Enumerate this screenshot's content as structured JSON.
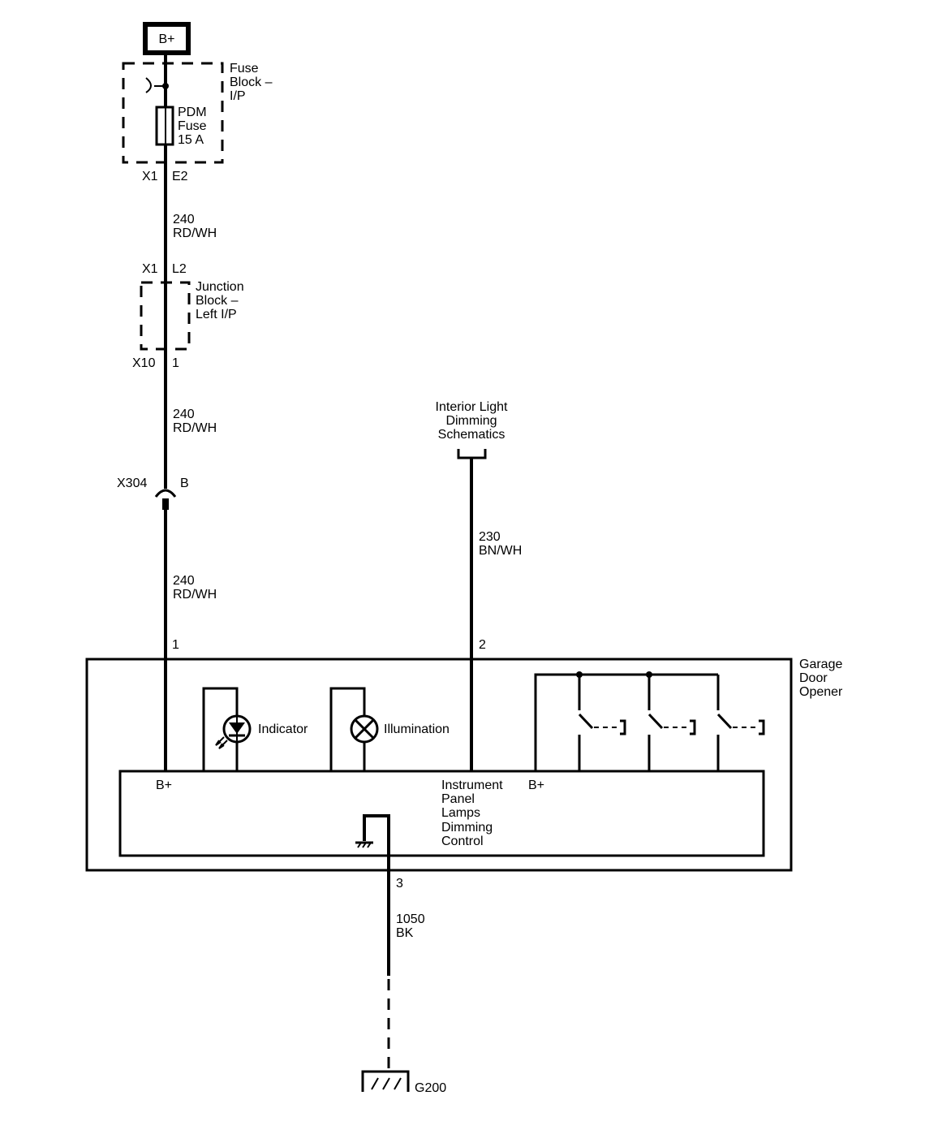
{
  "power": {
    "label": "B+"
  },
  "fuse_block": {
    "title": [
      "Fuse",
      "Block –",
      "I/P"
    ],
    "fuse": [
      "PDM",
      "Fuse",
      "15 A"
    ],
    "conn": "X1",
    "pin": "E2"
  },
  "wire_a": {
    "circuit": "240",
    "color": "RD/WH"
  },
  "junction": {
    "conn_top": "X1",
    "pin_top": "L2",
    "title": [
      "Junction",
      "Block –",
      "Left I/P"
    ],
    "conn_bottom": "X10",
    "pin_bottom": "1"
  },
  "wire_b": {
    "circuit": "240",
    "color": "RD/WH"
  },
  "inline": {
    "conn": "X304",
    "pin": "B"
  },
  "wire_c": {
    "circuit": "240",
    "color": "RD/WH"
  },
  "dimming_ref": {
    "title": [
      "Interior Light",
      "Dimming",
      "Schematics"
    ]
  },
  "wire_d": {
    "circuit": "230",
    "color": "BN/WH"
  },
  "module": {
    "pin_1": "1",
    "pin_2": "2",
    "pin_3": "3",
    "title": [
      "Garage",
      "Door",
      "Opener"
    ],
    "indicator": "Indicator",
    "illumination": "Illumination",
    "bplus_left": "B+",
    "bplus_right": "B+",
    "ipc": [
      "Instrument",
      "Panel",
      "Lamps",
      "Dimming",
      "Control"
    ]
  },
  "wire_e": {
    "circuit": "1050",
    "color": "BK"
  },
  "ground": {
    "label": "G200"
  }
}
